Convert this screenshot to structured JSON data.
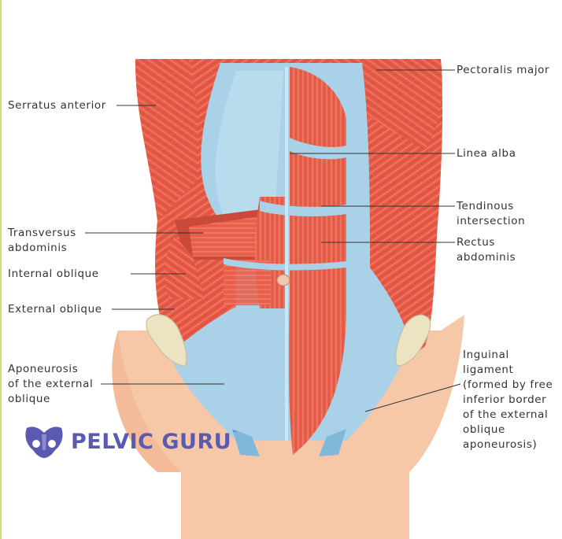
{
  "labels": {
    "serratus_anterior": "Serratus anterior",
    "pectoralis_major": "Pectoralis major",
    "linea_alba": "Linea alba",
    "tendinous_intersection": "Tendinous\nintersection",
    "rectus_abdominis": "Rectus\nabdominis",
    "transversus_abdominis": "Transversus\nabdominis",
    "internal_oblique": "Internal oblique",
    "external_oblique": "External oblique",
    "aponeurosis": "Aponeurosis\nof the external\noblique",
    "inguinal_ligament": "Inguinal\nligament\n(formed by free\ninferior border\nof the external\noblique\naponeurosis)"
  },
  "logo": {
    "text": "PELVIC GURU",
    "trademark": "™"
  },
  "colors": {
    "muscle": "#e8604c",
    "muscle_dark": "#c94a3a",
    "fascia": "#a9d2e8",
    "skin": "#f6c8a8",
    "bone": "#ece3c2",
    "logo": "#5a5ab0"
  }
}
